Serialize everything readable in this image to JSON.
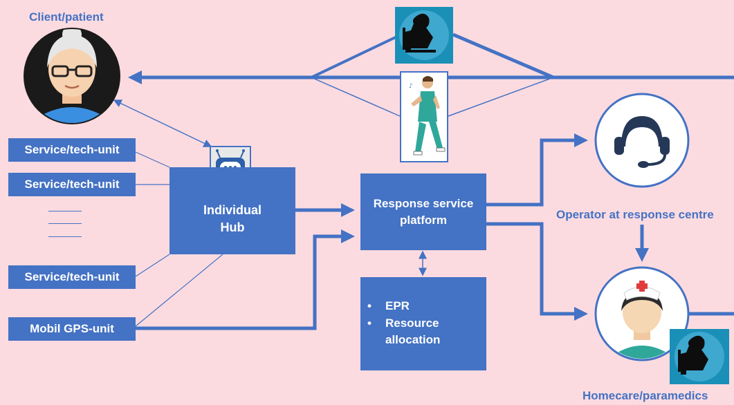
{
  "labels": {
    "client": "Client/patient",
    "operator": "Operator at response centre",
    "homecare": "Homecare/paramedics"
  },
  "units": [
    {
      "label": "Service/tech-unit"
    },
    {
      "label": "Service/tech-unit"
    },
    {
      "label": "Service/tech-unit"
    },
    {
      "label": "Mobil GPS-unit"
    }
  ],
  "hub": {
    "line1": "Individual",
    "line2": "Hub"
  },
  "platform": {
    "line1": "Response service",
    "line2": "platform"
  },
  "epr": {
    "items": [
      "EPR",
      "Resource",
      "allocation"
    ],
    "bullet": "•"
  },
  "icons": {
    "client": "elderly-woman-icon",
    "robot": "robot-chat-icon",
    "operator": "headset-icon",
    "nurse": "nurse-icon",
    "telecare": "telecare-operator-icon",
    "walking": "walking-nurse-icon"
  },
  "colors": {
    "accent": "#4472c4",
    "background": "#fcdbe0",
    "teal_panel": "#1a8fb8"
  }
}
